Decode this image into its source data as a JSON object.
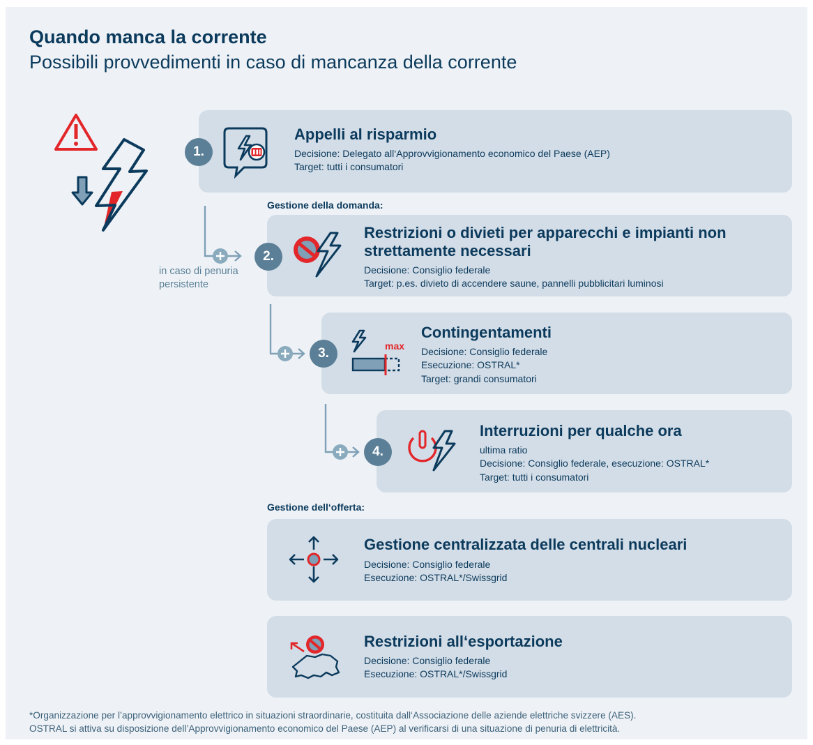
{
  "title": "Quando manca la corrente",
  "subtitle": "Possibili provvedimenti in caso di mancanza della corrente",
  "measures": [
    {
      "number": "1.",
      "title": "Appelli al risparmio",
      "lines": [
        "Decisione: Delegato all‘Approvvigionamento economico del Paese (AEP)",
        "Target: tutti i consumatori"
      ],
      "icon": "chat-bubble-lightning-icon"
    },
    {
      "number": "2.",
      "title_lines": [
        "Restrizioni o divieti per apparecchi e impianti non",
        "strettamente necessari"
      ],
      "lines": [
        "Decisione: Consiglio federale",
        "Target: p.es. divieto di accendere saune, pannelli pubblicitari luminosi"
      ],
      "icon": "prohibited-lightning-icon"
    },
    {
      "number": "3.",
      "title": "Contingentamenti",
      "lines": [
        "Decisione: Consiglio federale",
        "Esecuzione: OSTRAL*",
        "Target: grandi consumatori"
      ],
      "icon": "capacity-max-icon",
      "icon_label": "max"
    },
    {
      "number": "4.",
      "title": "Interruzioni per qualche ora",
      "lines": [
        "ultima ratio",
        "Decisione: Consiglio federale, esecuzione: OSTRAL*",
        "Target: tutti i consumatori"
      ],
      "icon": "power-lightning-icon"
    }
  ],
  "demand_label": "Gestione della domanda:",
  "supply_label": "Gestione dell‘offerta:",
  "persistent_note_lines": [
    "in caso di penuria",
    "persistente"
  ],
  "supply": [
    {
      "title": "Gestione centralizzata delle centrali nucleari",
      "lines": [
        "Decisione: Consiglio federale",
        "Esecuzione: OSTRAL*/Swissgrid"
      ],
      "icon": "move-arrows-icon"
    },
    {
      "title": "Restrizioni all‘esportazione",
      "lines": [
        "Decisione: Consiglio federale",
        "Esecuzione: OSTRAL*/Swissgrid"
      ],
      "icon": "switzerland-export-icon"
    }
  ],
  "footnote_lines": [
    "*Organizzazione per l’approvvigionamento elettrico in situazioni straordinarie, costituita dall‘Associazione delle aziende elettriche svizzere (AES).",
    "OSTRAL si attiva su disposizione dell’Approvvigionamento economico del Paese (AEP) al verificarsi di una situazione di penuria di elettricità."
  ],
  "colors": {
    "navy": "#0b3a5c",
    "steel": "#5a7f97",
    "card": "#d3dde7",
    "background": "#eef2f6",
    "red": "#e2262a"
  }
}
